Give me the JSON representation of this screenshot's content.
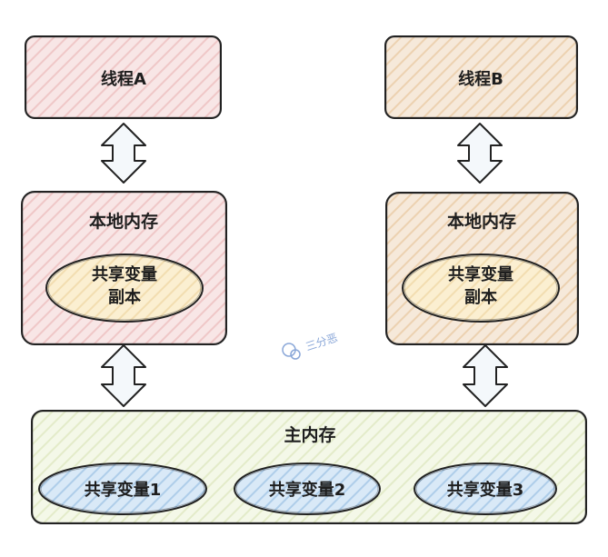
{
  "diagram": {
    "thread_a": {
      "title": "线程A",
      "local_memory": "本地内存",
      "copy_line1": "共享变量",
      "copy_line2": "副本"
    },
    "thread_b": {
      "title": "线程B",
      "local_memory": "本地内存",
      "copy_line1": "共享变量",
      "copy_line2": "副本"
    },
    "main_memory": {
      "title": "主内存",
      "variables": [
        "共享变量1",
        "共享变量2",
        "共享变量3"
      ]
    },
    "watermark": "三分恶",
    "colors": {
      "thread_a_fill": "#f7e0e0",
      "thread_b_fill": "#f5e2c8",
      "local_copy_fill": "#f5e2a8",
      "main_memory_fill": "#eef3dd",
      "variable_fill": "#cfe3f4",
      "arrow_fill": "#f4f8fb",
      "stroke": "#222222"
    },
    "icons": [
      "double-arrow-icon",
      "watermark-icon"
    ]
  }
}
